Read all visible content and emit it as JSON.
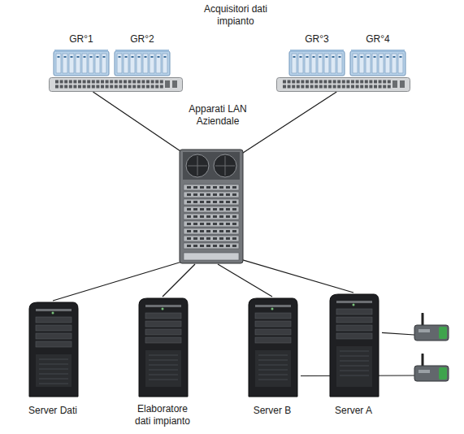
{
  "diagram": {
    "nodes": [
      {
        "text": [
          "GR°1"
        ]
      },
      {
        "text": [
          "GR°2"
        ]
      },
      {
        "text": [
          "GR°3"
        ]
      },
      {
        "text": [
          "GR°4"
        ]
      },
      {
        "text": []
      },
      {
        "text": []
      },
      {
        "text": [
          "Apparati LAN Aziendale"
        ]
      },
      {
        "text": [
          "Server Dati"
        ]
      },
      {
        "text": [
          "Elaboratore dati impianto"
        ]
      },
      {
        "text": [
          "Server B"
        ]
      },
      {
        "text": [
          "Server A"
        ]
      },
      {
        "text": []
      },
      {
        "text": []
      }
    ],
    "edges": [
      {
        "from": 4,
        "to": 6,
        "arrow": "none"
      },
      {
        "from": 5,
        "to": 6,
        "arrow": "none"
      },
      {
        "from": 6,
        "to": 7,
        "arrow": "none"
      },
      {
        "from": 6,
        "to": 8,
        "arrow": "none"
      },
      {
        "from": 6,
        "to": 9,
        "arrow": "none"
      },
      {
        "from": 6,
        "to": 10,
        "arrow": "none"
      },
      {
        "from": 10,
        "to": 11,
        "arrow": "none"
      },
      {
        "from": 9,
        "to": 12,
        "arrow": "none"
      }
    ],
    "labels": [
      "Acquisitori dati impianto"
    ]
  }
}
